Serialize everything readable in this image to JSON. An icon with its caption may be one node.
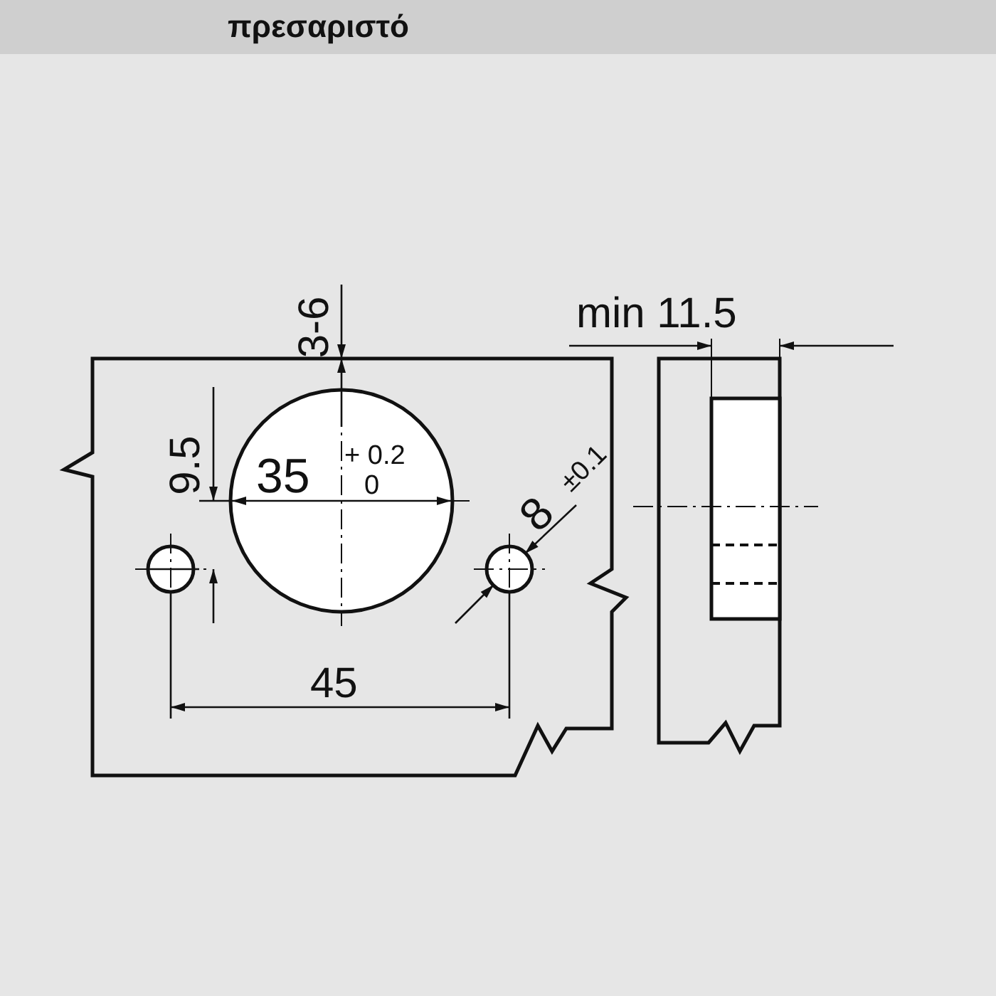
{
  "diagram": {
    "title": "πρεσαριστό",
    "labels": [
      "3-6",
      "min 11.5",
      "9.5",
      "35",
      "+ 0.2",
      "0",
      "8",
      "±0.1",
      "45"
    ]
  }
}
